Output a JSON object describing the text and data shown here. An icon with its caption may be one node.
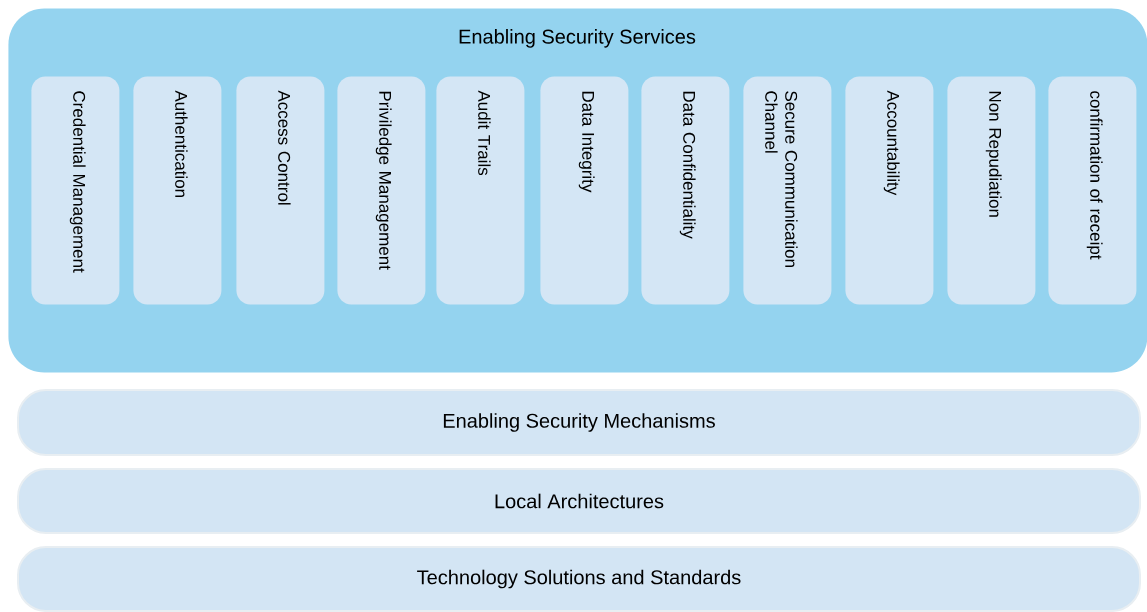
{
  "diagram": {
    "nodes": [
      {
        "text": [
          "Enabling Security Services"
        ]
      },
      {
        "text": [
          "Credential Management"
        ],
        "in": 0
      },
      {
        "text": [
          "Authentication"
        ],
        "in": 0
      },
      {
        "text": [
          "Access Control"
        ],
        "in": 0
      },
      {
        "text": [
          "Priviledge Management"
        ],
        "in": 0
      },
      {
        "text": [
          "Audit Trails"
        ],
        "in": 0
      },
      {
        "text": [
          "Data Integrity"
        ],
        "in": 0
      },
      {
        "text": [
          "Data Confidentiality"
        ],
        "in": 0
      },
      {
        "text": [
          "Secure Communication Channel"
        ],
        "in": 0
      },
      {
        "text": [
          "Accountability"
        ],
        "in": 0
      },
      {
        "text": [
          "Non Repudiation"
        ],
        "in": 0
      },
      {
        "text": [
          "confirmation of receipt"
        ],
        "in": 0
      },
      {
        "text": [
          "Enabling Security Mechanisms"
        ]
      },
      {
        "text": [
          "Local Architectures"
        ]
      },
      {
        "text": [
          "Technology Solutions and Standards"
        ]
      }
    ]
  }
}
